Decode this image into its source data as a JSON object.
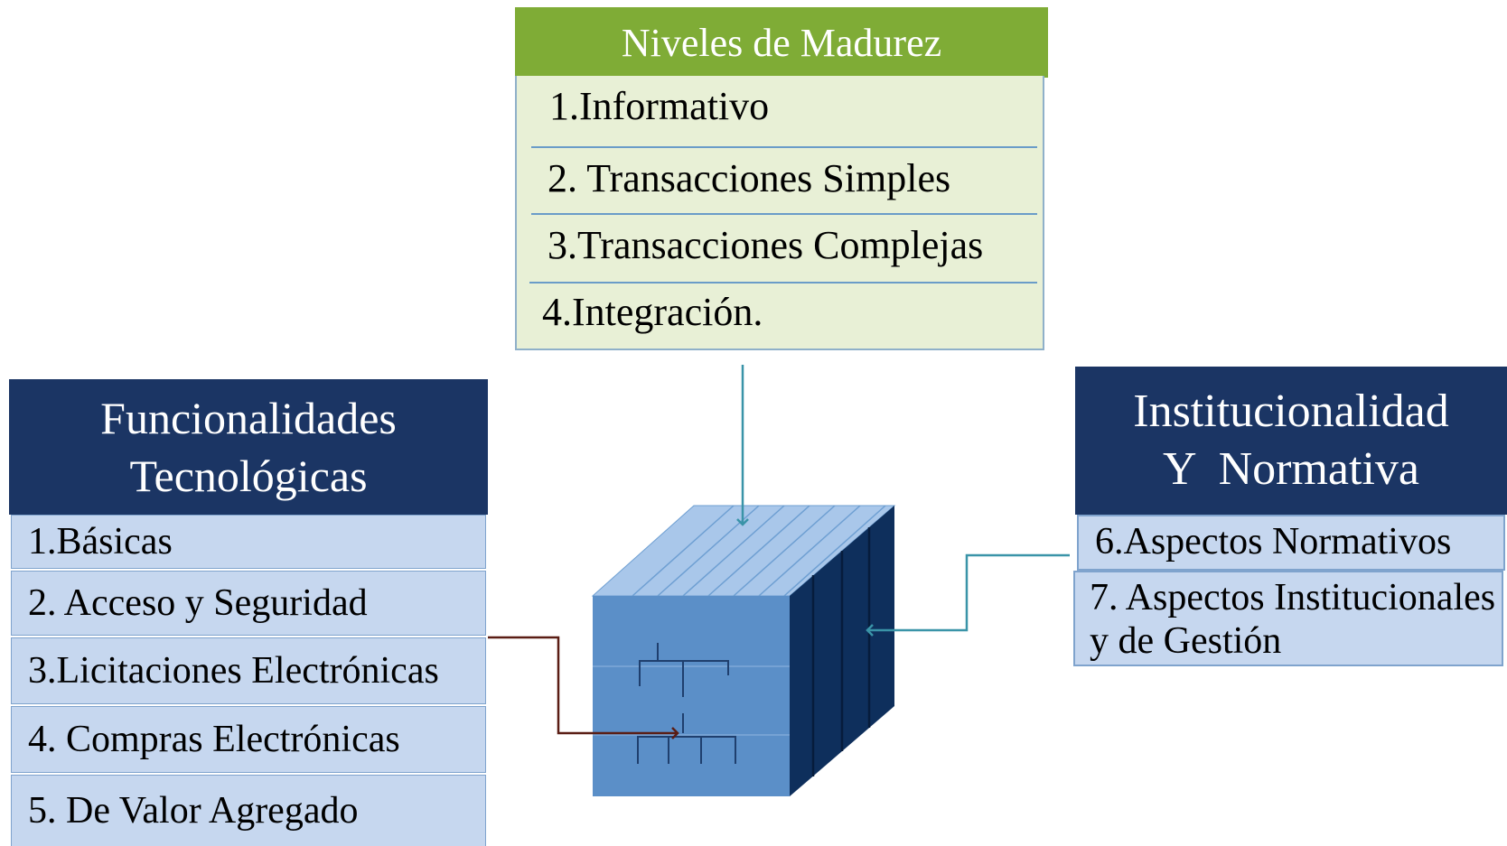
{
  "maturity": {
    "title": "Niveles de Madurez",
    "items": [
      "1.Informativo",
      "2. Transacciones Simples",
      "3.Transacciones Complejas",
      "4.Integración."
    ]
  },
  "functionalities": {
    "title_line1": "Funcionalidades",
    "title_line2": "Tecnológicas",
    "items": [
      "1.Básicas",
      "2. Acceso y Seguridad",
      "3.Licitaciones Electrónicas",
      "4. Compras Electrónicas",
      "5. De Valor Agregado"
    ]
  },
  "institutional": {
    "title_line1": "Institucionalidad",
    "title_line2": "Y  Normativa",
    "item1": "6.Aspectos Normativos",
    "item2_line1": "7. Aspectos Institucionales",
    "item2_line2": "y de Gestión"
  },
  "colors": {
    "green_header": "#7fac36",
    "navy_header": "#1b3564",
    "light_blue": "#c6d7ef",
    "light_green": "#e8f0d6",
    "cube_front": "#5b8fc8",
    "cube_top": "#a9c7ea",
    "cube_side": "#0e2f5c",
    "teal_arrow": "#3a94a8",
    "brown_arrow": "#5a1d14"
  },
  "icons": {
    "center": "cube-icon",
    "arrows": [
      "arrow-down-icon",
      "arrow-left-icon",
      "arrow-right-icon"
    ]
  }
}
